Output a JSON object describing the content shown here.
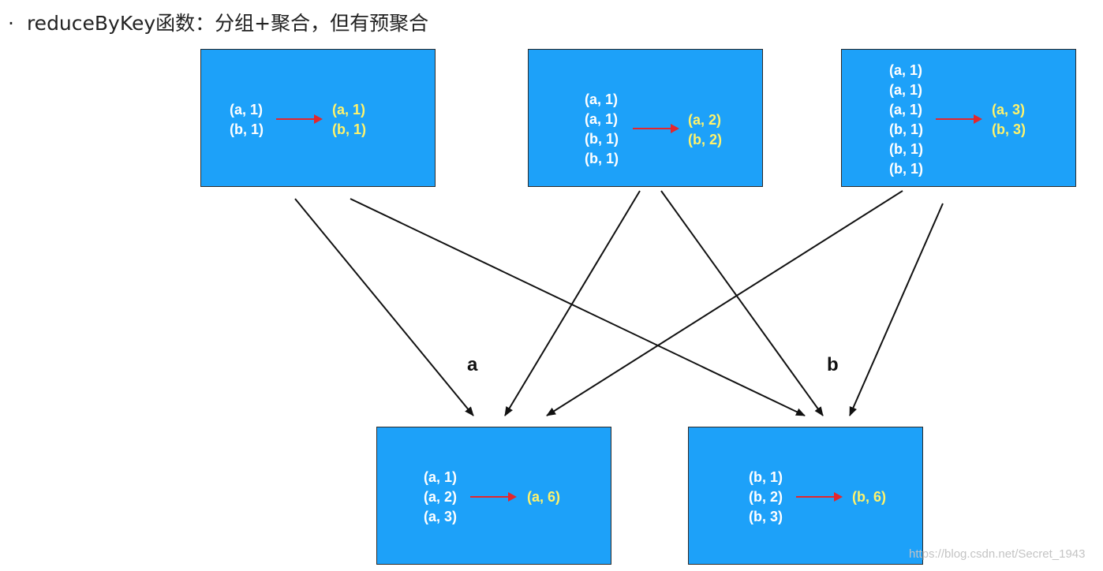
{
  "heading": {
    "bullet": "·",
    "text": "reduceByKey函数：分组+聚合，但有预聚合"
  },
  "partitions": [
    {
      "input": [
        "(a, 1)",
        "(b, 1)"
      ],
      "output": [
        "(a, 1)",
        "(b, 1)"
      ]
    },
    {
      "input": [
        "(a, 1)",
        "(a, 1)",
        "(b, 1)",
        "(b, 1)"
      ],
      "output": [
        "(a, 2)",
        "(b, 2)"
      ]
    },
    {
      "input": [
        "(a, 1)",
        "(a, 1)",
        "(a, 1)",
        "(b, 1)",
        "(b, 1)",
        "(b, 1)"
      ],
      "output": [
        "(a, 3)",
        "(b, 3)"
      ]
    }
  ],
  "reducers": [
    {
      "label": "a",
      "input": [
        "(a, 1)",
        "(a, 2)",
        "(a, 3)"
      ],
      "output": [
        "(a, 6)"
      ]
    },
    {
      "label": "b",
      "input": [
        "(b, 1)",
        "(b, 2)",
        "(b, 3)"
      ],
      "output": [
        "(b, 6)"
      ]
    }
  ],
  "watermark": "https://blog.csdn.net/Secret_1943",
  "colors": {
    "box_fill": "#1da1f9",
    "box_border": "#2b2b2b",
    "input_text": "#ffffff",
    "aggregated_text": "#fff36b",
    "local_arrow": "#e4262c",
    "shuffle_arrow": "#111111"
  }
}
